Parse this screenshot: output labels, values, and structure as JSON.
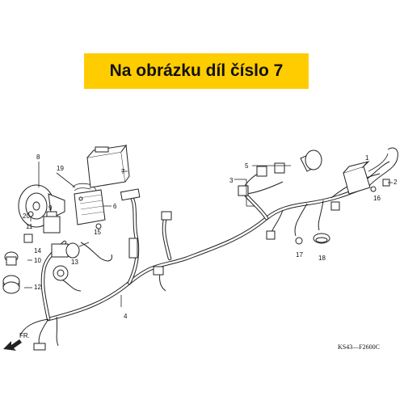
{
  "banner": {
    "text": "Na obrázku díl číslo 7",
    "bg": "#ffcc00"
  },
  "diagram_code": "KS43—F2600C",
  "front_arrow": "FR.",
  "callouts": {
    "c1": "1",
    "c2": "2",
    "c3": "3",
    "c4": "4",
    "c5": "5",
    "c6": "6",
    "c7": "7",
    "c8": "8",
    "c9": "9",
    "c10": "10",
    "c11": "11",
    "c12": "12",
    "c13": "13",
    "c14": "14",
    "c15": "15",
    "c16": "16",
    "c17": "17",
    "c18": "18",
    "c19": "19",
    "c20": "20"
  }
}
